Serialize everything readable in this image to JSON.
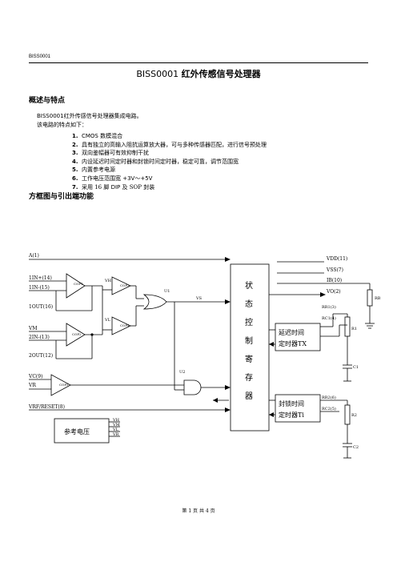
{
  "header": {
    "doc_code": "BISS0001"
  },
  "title": {
    "part": "BISS0001",
    "text": "红外传感信号处理器"
  },
  "section1": {
    "heading": "概述与特点",
    "intro1_part": "BISS0001",
    "intro1_text": "红外传感信号处理器集成电路。",
    "intro2": "该电路的特点如下：",
    "items": [
      {
        "num": "1.",
        "pre": "",
        "mid": "CMOS",
        "post": "数模混合"
      },
      {
        "num": "2.",
        "pre": "",
        "mid": "",
        "post": "具有独立的高输入阻抗运算放大器，可与多种传感器匹配，进行信号预处理"
      },
      {
        "num": "3.",
        "pre": "",
        "mid": "",
        "post": "双向鉴幅器可有效抑制干扰"
      },
      {
        "num": "4.",
        "pre": "",
        "mid": "",
        "post": "内设延迟时间定时器和封锁时间定时器，稳定可靠，调节范围宽"
      },
      {
        "num": "5.",
        "pre": "",
        "mid": "",
        "post": "内置参考电源"
      },
      {
        "num": "6.",
        "pre": "工作电压范围宽 ",
        "mid": "+3V～+5V",
        "post": ""
      },
      {
        "num": "7.",
        "pre": "采用 16 脚 ",
        "mid": "DIP",
        "post": " 及 SOP 封装"
      }
    ]
  },
  "section2": {
    "heading": "方框图与引出端功能"
  },
  "diagram": {
    "pins_left": [
      "A(1)",
      "1IN+(14)",
      "1IN-(15)",
      "1OUT(16)",
      "VM",
      "2IN-(13)",
      "2OUT(12)",
      "VC(9)",
      "VR",
      "VRF/RESET(8)"
    ],
    "pins_right": [
      "VDD(11)",
      "VSS(7)",
      "IB(10)",
      "VO(2)"
    ],
    "comparators": [
      "COP1",
      "COP2",
      "COP3",
      "COP4",
      "COP5"
    ],
    "comp_in": [
      "VH",
      "VL"
    ],
    "gates": [
      "U1",
      "U2"
    ],
    "vs_label": "VS",
    "state_box": [
      "状",
      "态",
      "控",
      "制",
      "寄",
      "存",
      "器"
    ],
    "delay_timer": [
      "延迟时间",
      "定时器TX"
    ],
    "block_timer": [
      "封锁时间",
      "定时器Ti"
    ],
    "rc_pins": [
      "RR1(3)",
      "RC1(4)",
      "RR2(6)",
      "RC2(5)"
    ],
    "components": [
      "R1",
      "C1",
      "R2",
      "C2",
      "RB"
    ],
    "ref_box": "参考电压",
    "ref_out": [
      "VH",
      "VM",
      "VL",
      "VR"
    ]
  },
  "footer": {
    "text": "第 1 页 共 4 页"
  }
}
